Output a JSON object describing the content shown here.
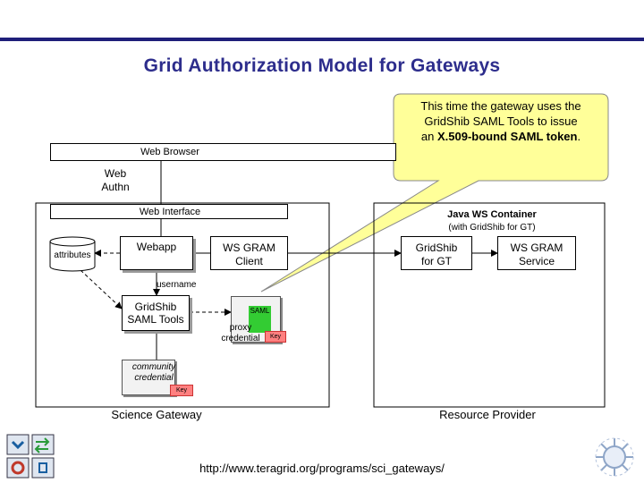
{
  "title": "Grid Authorization Model for Gateways",
  "callout": {
    "line1": "This time the gateway uses the",
    "line2": "GridShib SAML Tools to issue",
    "line3_prefix": "an ",
    "line3_bold": "X.509-bound SAML token",
    "line3_suffix": "."
  },
  "web_browser": "Web Browser",
  "web_authn_line1": "Web",
  "web_authn_line2": "Authn",
  "web_interface": "Web Interface",
  "java_ws_container": "Java WS Container",
  "with_gridshib": "(with GridShib for GT)",
  "attributes": "attributes",
  "webapp": "Webapp",
  "ws_gram_client_line1": "WS GRAM",
  "ws_gram_client_line2": "Client",
  "gridshib_gt_line1": "GridShib",
  "gridshib_gt_line2": "for GT",
  "ws_gram_service_line1": "WS GRAM",
  "ws_gram_service_line2": "Service",
  "username": "username",
  "gridshib_saml_line1": "GridShib",
  "gridshib_saml_line2": "SAML Tools",
  "saml": "SAML",
  "proxy_line1": "proxy",
  "proxy_line2": "credential",
  "key": "Key",
  "community_line1": "community",
  "community_line2": "credential",
  "science_gateway": "Science Gateway",
  "resource_provider": "Resource Provider",
  "url": "http://www.teragrid.org/programs/sci_gateways/",
  "logos": [
    "teragrid-logo-icon",
    "nsf-logo-icon"
  ]
}
